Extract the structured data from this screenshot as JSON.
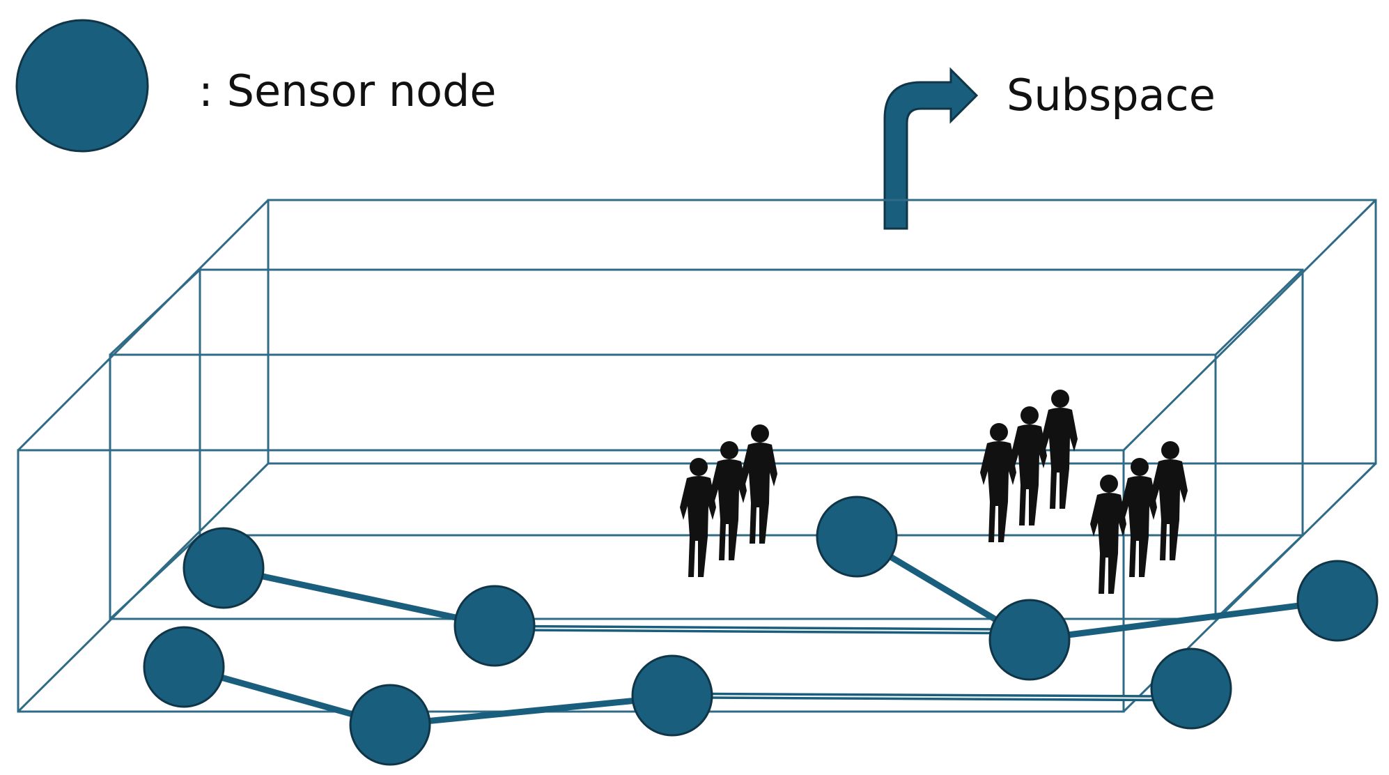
{
  "legend": {
    "symbol": "sensor-node-circle",
    "label": ": Sensor node"
  },
  "callout": {
    "label": "Subspace"
  },
  "colors": {
    "node_fill": "#1a5e7e",
    "node_stroke": "#0f3547",
    "box_line": "#2f6b86",
    "link": "#1a5e7e",
    "people": "#111111"
  },
  "icons": [
    "sensor-node-icon",
    "arrow-icon",
    "people-group-icon"
  ]
}
